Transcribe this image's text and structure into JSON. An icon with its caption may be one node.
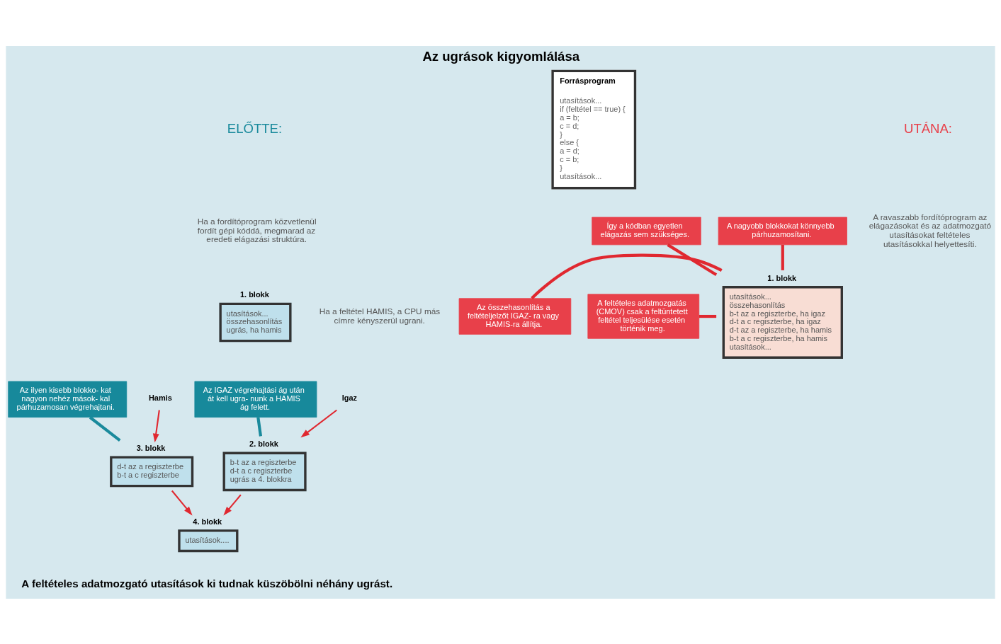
{
  "diagram": {
    "title": "Az ugrások kigyomlálása",
    "caption": "A feltételes adatmozgató utasítások ki tudnak küszöbölni néhány ugrást.",
    "nodes": [
      {
        "text": [
          "1. blokk",
          "utasítások...",
          "összehasonlítás",
          "ugrás, ha hamis"
        ]
      },
      {
        "text": [
          "Igaz"
        ]
      },
      {
        "text": [
          "Hamis"
        ]
      },
      {
        "text": [
          "2. blokk",
          "b-t az a regiszterbe",
          "d-t a c regiszterbe",
          "ugrás a 4. blokkra"
        ]
      },
      {
        "text": [
          "3. blokk",
          "d-t az a regiszterbe",
          "b-t a c regiszterbe"
        ]
      },
      {
        "text": [
          "4. blokk",
          "utasítások...."
        ]
      },
      {
        "text": [
          "Az IGAZ végrehajtási ág után át kell ugra- nunk a HAMIS ág felett."
        ]
      },
      {
        "text": [
          "Az ilyen kisebb blokko- kat nagyon nehéz mások- kal párhuzamosan végrehajtani."
        ]
      },
      {
        "text": [
          "Forrásprogram",
          "utasítások...",
          "if (feltétel == true) {",
          "a = b;",
          "c = d;",
          "}",
          "else {",
          "a = d;",
          "c = b;",
          "}",
          "utasítások..."
        ]
      },
      {
        "text": [
          "Az összehasonlítás a feltételjelzőt IGAZ- ra vagy HAMIS-ra állítja."
        ]
      },
      {
        "text": [
          "A feltételes adatmozgatás (CMOV) csak a feltüntetett feltétel teljesülése esetén történik meg."
        ]
      },
      {
        "text": [
          "Így a kódban egyetlen elágazás sem szükséges."
        ]
      },
      {
        "text": [
          "1. blokk",
          "utasítások...",
          "összehasonlítás",
          "b-t az a regiszterbe, ha igaz",
          "d-t a c regiszterbe, ha igaz",
          "d-t az a regiszterbe, ha hamis",
          "b-t a c regiszterbe, ha hamis",
          "utasítások..."
        ]
      },
      {
        "text": [
          "A nagyobb blokkokat könnyebb párhuzamosítani."
        ]
      }
    ],
    "edges": [
      {
        "from": 1,
        "to": 3,
        "arrow": "to"
      },
      {
        "from": 2,
        "to": 4,
        "arrow": "to"
      },
      {
        "from": 3,
        "to": 5,
        "arrow": "to"
      },
      {
        "from": 4,
        "to": 5,
        "arrow": "to"
      },
      {
        "from": 6,
        "to": 3,
        "arrow": "none",
        "color": "#1a8a9c"
      },
      {
        "from": 7,
        "to": 4,
        "arrow": "none",
        "color": "#1a8a9c"
      },
      {
        "from": 9,
        "to": 12,
        "arrow": "none"
      },
      {
        "from": 10,
        "to": 12,
        "arrow": "none"
      },
      {
        "from": 11,
        "to": 12,
        "arrow": "none"
      },
      {
        "from": 13,
        "to": 12,
        "arrow": "none"
      }
    ],
    "labels": [
      "ELŐTTE:",
      "Ha a fordítóprogram közvetlenül fordít gépi kóddá, megmarad az eredeti elágazási struktúra.",
      "UTÁNA:",
      "A ravaszabb fordítóprogram az elágazásokat és az adatmozgató utasításokat feltételes utasításokkal helyettesíti.",
      "Ha a feltétel HAMIS, a CPU más címre kényszerül ugrani."
    ]
  }
}
